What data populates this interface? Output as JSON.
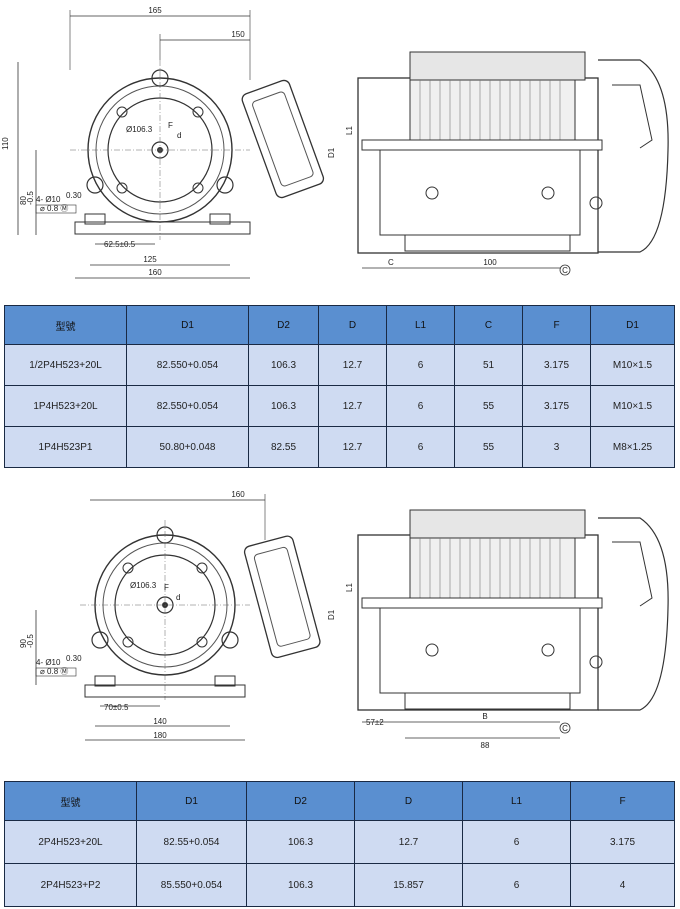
{
  "drawing1": {
    "dims": {
      "width_total": "165",
      "width_box": "150",
      "height": "110",
      "center_height": "80",
      "center_tol": "-0.5",
      "center_tol2": "0",
      "holes": "4- Ø10",
      "holes_tol": "0.30",
      "holes_tol2": "0",
      "pos_tol": "⌀ 0.8 Ⓜ",
      "bolt_circle": "Ø106.3",
      "label_f": "F",
      "label_d": "d",
      "foot_spacing": "62.5±0.5",
      "base_inner": "125",
      "base_outer": "160",
      "label_d1": "D1",
      "label_l1": "L1",
      "label_c": "C",
      "length": "100",
      "circle_c": "C"
    }
  },
  "table1": {
    "headers": [
      "型號",
      "D1",
      "D2",
      "D",
      "L1",
      "C",
      "F",
      "D1"
    ],
    "rows": [
      [
        "1/2P4H523+20L",
        "82.550+0.054",
        "106.3",
        "12.7",
        "6",
        "51",
        "3.175",
        "M10×1.5"
      ],
      [
        "1P4H523+20L",
        "82.550+0.054",
        "106.3",
        "12.7",
        "6",
        "55",
        "3.175",
        "M10×1.5"
      ],
      [
        "1P4H523P1",
        "50.80+0.048",
        "82.55",
        "12.7",
        "6",
        "55",
        "3",
        "M8×1.25"
      ]
    ]
  },
  "drawing2": {
    "dims": {
      "width_total": "160",
      "height": "90",
      "center_tol": "-0.5",
      "center_tol2": "0",
      "holes": "4- Ø10",
      "holes_tol": "0.30",
      "holes_tol2": "0",
      "pos_tol": "⌀ 0.8 Ⓜ",
      "bolt_circle": "Ø106.3",
      "label_f": "F",
      "label_d": "d",
      "foot_spacing": "70±0.5",
      "base_inner": "140",
      "base_outer": "180",
      "label_d1": "D1",
      "label_l1": "L1",
      "offset": "57±2",
      "label_b": "B",
      "length": "88",
      "circle_c": "C"
    }
  },
  "table2": {
    "headers": [
      "型號",
      "D1",
      "D2",
      "D",
      "L1",
      "F"
    ],
    "rows": [
      [
        "2P4H523+20L",
        "82.55+0.054",
        "106.3",
        "12.7",
        "6",
        "3.175"
      ],
      [
        "2P4H523+P2",
        "85.550+0.054",
        "106.3",
        "15.857",
        "6",
        "4"
      ]
    ]
  },
  "colors": {
    "header": "#5a8fd0",
    "cell": "#cfdbf2",
    "border": "#1a2a44"
  }
}
